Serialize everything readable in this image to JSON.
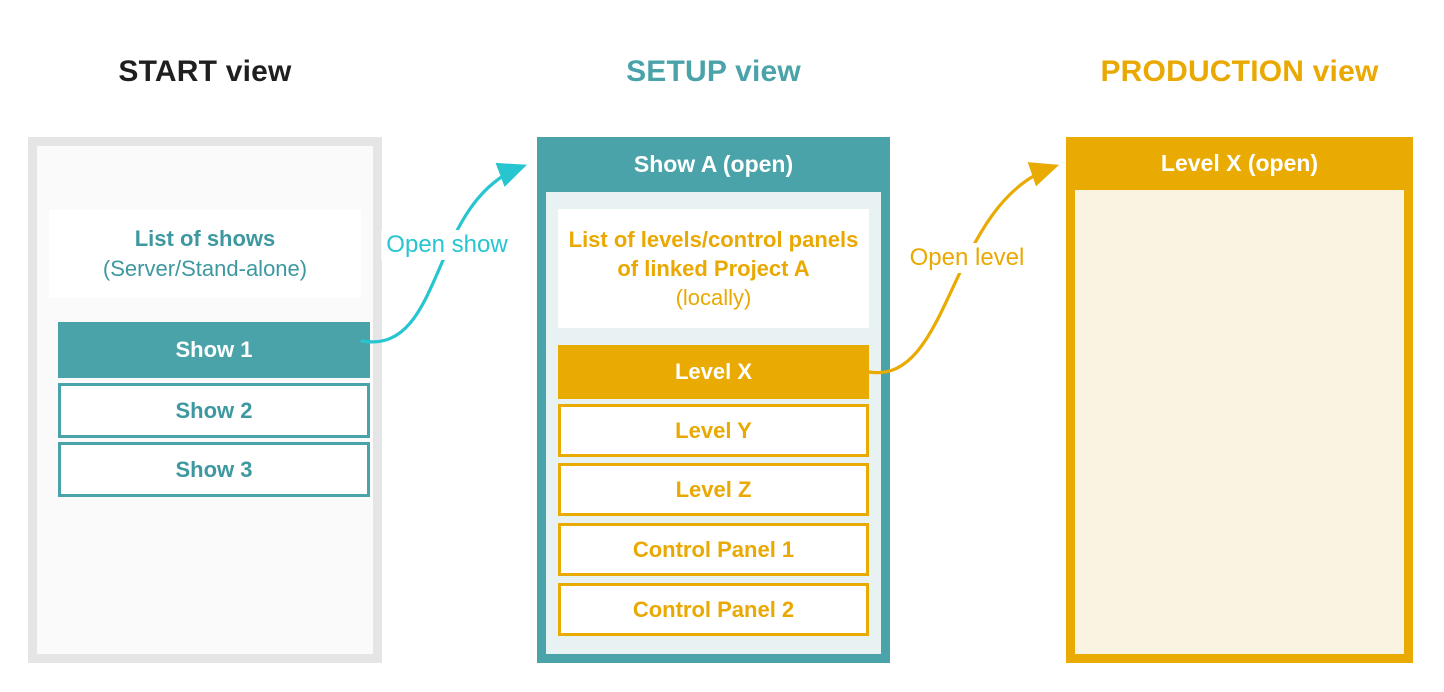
{
  "colors": {
    "teal": "#4AA3A9",
    "teal_light_bg": "#E9F2F2",
    "orange": "#E9AA02",
    "cream_bg": "#FAF3E2",
    "cyan_arrow": "#26C5D0",
    "gray_frame": "#E5E5E5",
    "start_panel_bg": "#FAFAFA",
    "title_black": "#1F1F1F"
  },
  "columns": {
    "start": {
      "title": "START view",
      "panel": {
        "info_line1": "List of shows",
        "info_line2": "(Server/Stand-alone)",
        "items": [
          {
            "label": "Show 1",
            "state": "selected"
          },
          {
            "label": "Show 2",
            "state": "normal"
          },
          {
            "label": "Show 3",
            "state": "normal"
          }
        ]
      }
    },
    "setup": {
      "title": "SETUP view",
      "panel": {
        "header": "Show A (open)",
        "info_line1": "List of levels/control panels",
        "info_line2": "of linked Project A",
        "info_line3": "(locally)",
        "items": [
          {
            "label": "Level X",
            "state": "selected"
          },
          {
            "label": "Level Y",
            "state": "normal"
          },
          {
            "label": "Level Z",
            "state": "normal"
          },
          {
            "label": "Control Panel 1",
            "state": "normal"
          },
          {
            "label": "Control Panel 2",
            "state": "normal"
          }
        ]
      }
    },
    "production": {
      "title": "PRODUCTION view",
      "panel": {
        "header": "Level X (open)"
      }
    }
  },
  "arrows": [
    {
      "label": "Open show",
      "color": "#26C5D0",
      "from": "Show 1",
      "to": "Show A (open)"
    },
    {
      "label": "Open level",
      "color": "#E9AA02",
      "from": "Level X",
      "to": "Level X (open)"
    }
  ]
}
